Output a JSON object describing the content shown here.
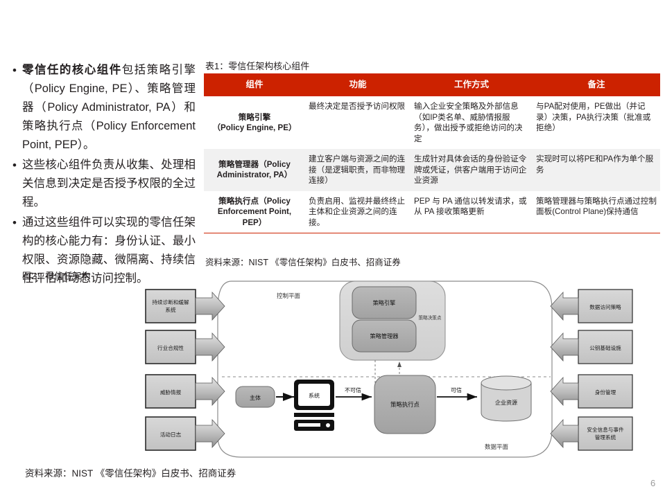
{
  "slide": {
    "page_number": "6",
    "footer_source": "资料来源：NIST 《零信任架构》白皮书、招商证券"
  },
  "bullets": [
    {
      "marker": "•",
      "html": "<b>零信任的核心组件</b>包括策略引擎（Policy Engine, PE）、策略管理器（Policy Administrator, PA）和策略执行点（Policy Enforcement Point, PEP）。"
    },
    {
      "marker": "•",
      "html": "这些核心组件负责从收集、处理相关信息到决定是否授予权限的全过程。"
    },
    {
      "marker": "•",
      "html": "通过这些组件可以实现的零信任架构的核心能力有：身份认证、最小权限、资源隐藏、微隔离、持续信任评估和动态访问控制。"
    }
  ],
  "figure": {
    "caption": "图2：零信任架构"
  },
  "table": {
    "title": "表1：零信任架构核心组件",
    "headers": [
      "组件",
      "功能",
      "工作方式",
      "备注"
    ],
    "rows": [
      {
        "component": "策略引擎\n（Policy Engine, PE）",
        "function": "最终决定是否授予访问权限",
        "working": "输入企业安全策略及外部信息（如IP类名单、威胁情报服务），做出授予或拒绝访问的决定",
        "remark": "与PA配对使用，PE做出（并记录）决策，PA执行决策（批准或拒绝）"
      },
      {
        "component": "策略管理器（Policy Administrator, PA）",
        "function": "建立客户端与资源之间的连接（是逻辑职责，而非物理连接）",
        "working": "生成针对具体会话的身份验证令牌或凭证，供客户端用于访问企业资源",
        "remark": "实现时可以将PE和PA作为单个服务"
      },
      {
        "component": "策略执行点（Policy Enforcement Point, PEP）",
        "function": "负责启用、监视并最终终止主体和企业资源之间的连接。",
        "working": "PEP 与 PA 通信以转发请求，或从 PA 接收策略更新",
        "remark": "策略管理器与策略执行点通过控制面板(Control Plane)保持通信"
      }
    ],
    "source": "资料来源：NIST 《零信任架构》白皮书、招商证券"
  },
  "diagram": {
    "planes": {
      "control": "控制平面",
      "data": "数据平面"
    },
    "left_boxes": [
      "持续诊断和缓解系统",
      "行业合规性",
      "威胁情报",
      "活动日志"
    ],
    "right_boxes": [
      "数据访问策略",
      "公钥基础设施",
      "身份管理",
      "安全信息与事件管理系统"
    ],
    "nodes": {
      "policy_decision_point": "策略决策点",
      "policy_engine": "策略引擎",
      "policy_administrator": "策略管理器",
      "subject": "主体",
      "system": "系统",
      "policy_enforcement_point": "策略执行点",
      "enterprise_resource": "企业资源"
    },
    "edge_labels": {
      "untrusted": "不可信",
      "trusted": "可信"
    }
  },
  "colors": {
    "table_header_red": "#cc2200",
    "table_alt_row": "#f1f1f1",
    "text": "#231f20",
    "page_number": "#9a9a9a"
  }
}
